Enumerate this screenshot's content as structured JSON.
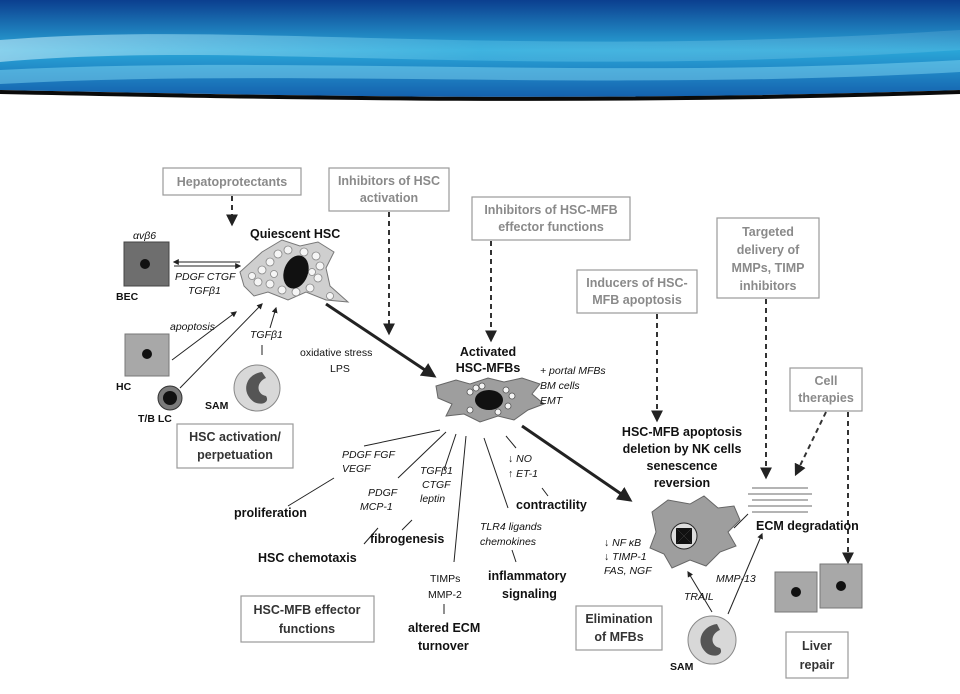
{
  "colors": {
    "banner_top": "#0b3f8f",
    "banner_mid": "#2aa6d8",
    "banner_light": "#bfe9f7",
    "cell_gray": "#a8a8a8",
    "box_stroke": "#9a9a9a"
  },
  "boxes": {
    "hepatoprotectants": "Hepatoprotectants",
    "inhibitors_hsc_1": "Inhibitors of HSC",
    "inhibitors_hsc_2": "activation",
    "inhibitors_mfb_1": "Inhibitors of HSC-MFB",
    "inhibitors_mfb_2": "effector functions",
    "inducers_1": "Inducers of HSC-",
    "inducers_2": "MFB apoptosis",
    "targeted_1": "Targeted",
    "targeted_2": "delivery of",
    "targeted_3": "MMPs, TIMP",
    "targeted_4": "inhibitors",
    "cell_ther_1": "Cell",
    "cell_ther_2": "therapies",
    "hsc_act_1": "HSC activation/",
    "hsc_act_2": "perpetuation",
    "effector_1": "HSC-MFB effector",
    "effector_2": "functions",
    "elim_1": "Elimination",
    "elim_2": "of MFBs",
    "liver_1": "Liver",
    "liver_2": "repair"
  },
  "labels": {
    "avb6": "αvβ6",
    "quiescent": "Quiescent HSC",
    "bec": "BEC",
    "pdgf_ctgf": "PDGF CTGF",
    "tgfb1_a": "TGFβ1",
    "apoptosis": "apoptosis",
    "tgfb1_b": "TGFβ1",
    "hc": "HC",
    "tblc": "T/B LC",
    "sam1": "SAM",
    "oxidative": "oxidative stress",
    "lps": "LPS",
    "activated_1": "Activated",
    "activated_2": "HSC-MFBs",
    "portal": "+ portal MFBs",
    "bm": "BM cells",
    "emt": "EMT",
    "pdgf_fgf": "PDGF FGF",
    "vegf": "VEGF",
    "proliferation": "proliferation",
    "pdgf2": "PDGF",
    "mcp1": "MCP-1",
    "hsc_chemotaxis": "HSC chemotaxis",
    "tgfb1_c": "TGFβ1",
    "ctgf": "CTGF",
    "leptin": "leptin",
    "fibrogenesis": "fibrogenesis",
    "no": "↓ NO",
    "et1": "↑ ET-1",
    "contractility": "contractility",
    "tlr4": "TLR4 ligands",
    "chemokines": "chemokines",
    "inflam_1": "inflammatory",
    "inflam_2": "signaling",
    "timps": "TIMPs",
    "mmp2": "MMP-2",
    "altered_1": "altered ECM",
    "altered_2": "turnover",
    "apop_1": "HSC-MFB apoptosis",
    "apop_2": "deletion by NK cells",
    "apop_3": "senescence",
    "apop_4": "reversion",
    "nfkb": "↓ NF κB",
    "timp1": "↓ TIMP-1",
    "fas": "FAS, NGF",
    "trail": "TRAIL",
    "mmp13": "MMP-13",
    "sam2": "SAM",
    "ecm_deg": "ECM degradation"
  }
}
